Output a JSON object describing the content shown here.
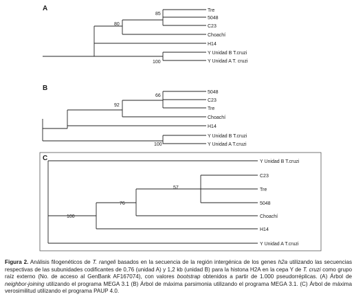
{
  "panels": [
    {
      "letter": "A",
      "leaves": [
        "Tre",
        "5048",
        "C23",
        "Choachí",
        "H14",
        "Y Unidad B T.cruzi",
        "Y Unidad A T. cruzi"
      ],
      "bootstrap": [
        "85",
        "80",
        "100"
      ]
    },
    {
      "letter": "B",
      "leaves": [
        "5048",
        "C23",
        "Tre",
        "Choachí",
        "H14",
        "Y Unidad B T.cruzi",
        "Y Unidad A T.cruzi"
      ],
      "bootstrap": [
        "66",
        "92",
        "100"
      ]
    },
    {
      "letter": "C",
      "leaves": [
        "Y Unidad B T.cruzi",
        "C23",
        "Tre",
        "5048",
        "Choachí",
        "H14",
        "Y Unidad A T.cruzi"
      ],
      "bootstrap": [
        "57",
        "76",
        "100"
      ]
    }
  ],
  "caption": {
    "label": "Figura 2.",
    "t1": " Análisis filogenéticos de ",
    "i1": "T. rangeli",
    "t2": " basados en la secuencia de la región intergénica de los genes ",
    "i2": "h2a",
    "t3": " utilizando las secuencias respectivas de las subunidades codificantes de 0,76 (unidad A) y 1,2 kb (unidad B) para la histona H2A en la cepa Y de ",
    "i3": "T. cruzi",
    "t4": " como grupo raíz externo (No. de acceso al GenBank AF167074), con valores ",
    "i4": "bootstrap",
    "t5": " obtenidos a partir de 1.000 pseudorréplicas. (A) Árbol de ",
    "i5": "neighbor-joining",
    "t6": " utilizando el programa MEGA 3.1 (B) Árbol de máxima parsimonia utilizando el programa MEGA 3.1. (C) Árbol de máxima verosimilitud utilizando el programa PAUP 4.0."
  }
}
